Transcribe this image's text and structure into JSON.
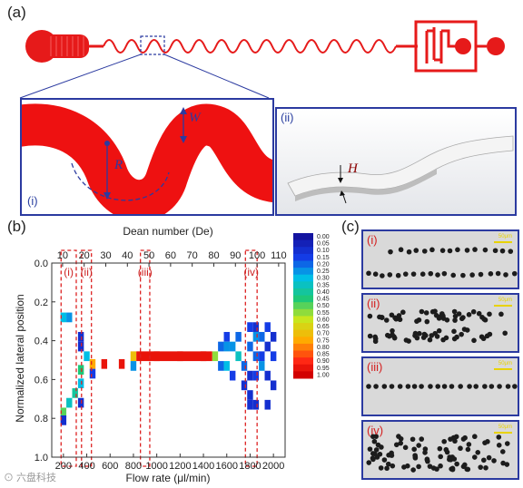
{
  "panels": {
    "a": "(a)",
    "b": "(b)",
    "c": "(c)"
  },
  "schematic": {
    "inset_i_label": "(i)",
    "inset_ii_label": "(ii)",
    "radius_symbol": "R",
    "width_symbol": "W",
    "height_symbol": "H"
  },
  "chart_data": {
    "type": "heatmap",
    "xlabel": "Flow rate (μl/min)",
    "x2label": "Dean number (De)",
    "ylabel": "Normalized lateral position",
    "xlim": [
      100,
      2100
    ],
    "x2lim": [
      5,
      113
    ],
    "ylim": [
      0.0,
      1.0
    ],
    "x_ticks": [
      "200",
      "400",
      "600",
      "800",
      "1000",
      "1200",
      "1400",
      "1600",
      "1800",
      "2000"
    ],
    "x2_ticks": [
      "10",
      "20",
      "30",
      "40",
      "50",
      "60",
      "70",
      "80",
      "90",
      "100",
      "110"
    ],
    "y_ticks": [
      "0.0",
      "0.2",
      "0.4",
      "0.6",
      "0.8",
      "1.0"
    ],
    "colorbar_labels": [
      "0.00",
      "0.05",
      "0.10",
      "0.15",
      "0.20",
      "0.25",
      "0.30",
      "0.35",
      "0.40",
      "0.45",
      "0.50",
      "0.55",
      "0.60",
      "0.65",
      "0.70",
      "0.75",
      "0.80",
      "0.85",
      "0.90",
      "0.95",
      "1.00"
    ],
    "regions": [
      {
        "label": "(i)",
        "x_from": 180,
        "x_to": 310
      },
      {
        "label": "(ii)",
        "x_from": 355,
        "x_to": 440
      },
      {
        "label": "(iii)",
        "x_from": 860,
        "x_to": 940
      },
      {
        "label": "(iv)",
        "x_from": 1760,
        "x_to": 1860
      }
    ],
    "cells": [
      {
        "x": 200,
        "y": 0.28,
        "v": 0.3
      },
      {
        "x": 250,
        "y": 0.28,
        "v": 0.25
      },
      {
        "x": 200,
        "y": 0.77,
        "v": 0.5
      },
      {
        "x": 200,
        "y": 0.81,
        "v": 0.1
      },
      {
        "x": 250,
        "y": 0.72,
        "v": 0.35
      },
      {
        "x": 300,
        "y": 0.67,
        "v": 0.4
      },
      {
        "x": 350,
        "y": 0.62,
        "v": 0.3
      },
      {
        "x": 350,
        "y": 0.55,
        "v": 0.45
      },
      {
        "x": 350,
        "y": 0.38,
        "v": 0.1
      },
      {
        "x": 350,
        "y": 0.43,
        "v": 0.1
      },
      {
        "x": 350,
        "y": 0.72,
        "v": 0.1
      },
      {
        "x": 400,
        "y": 0.48,
        "v": 0.3
      },
      {
        "x": 450,
        "y": 0.52,
        "v": 0.75
      },
      {
        "x": 450,
        "y": 0.57,
        "v": 0.15
      },
      {
        "x": 550,
        "y": 0.52,
        "v": 0.95
      },
      {
        "x": 700,
        "y": 0.52,
        "v": 0.95
      },
      {
        "x": 800,
        "y": 0.48,
        "v": 0.7
      },
      {
        "x": 800,
        "y": 0.53,
        "v": 0.25
      },
      {
        "x": 1000,
        "y": 0.48,
        "v": 0.95
      },
      {
        "x": 1200,
        "y": 0.48,
        "v": 0.95
      },
      {
        "x": 1400,
        "y": 0.48,
        "v": 0.95
      },
      {
        "x": 1500,
        "y": 0.48,
        "v": 0.55
      },
      {
        "x": 1550,
        "y": 0.43,
        "v": 0.2
      },
      {
        "x": 1550,
        "y": 0.53,
        "v": 0.2
      },
      {
        "x": 1600,
        "y": 0.38,
        "v": 0.15
      },
      {
        "x": 1600,
        "y": 0.43,
        "v": 0.25
      },
      {
        "x": 1600,
        "y": 0.53,
        "v": 0.3
      },
      {
        "x": 1650,
        "y": 0.43,
        "v": 0.25
      },
      {
        "x": 1650,
        "y": 0.58,
        "v": 0.15
      },
      {
        "x": 1700,
        "y": 0.38,
        "v": 0.2
      },
      {
        "x": 1700,
        "y": 0.48,
        "v": 0.35
      },
      {
        "x": 1750,
        "y": 0.53,
        "v": 0.2
      },
      {
        "x": 1750,
        "y": 0.63,
        "v": 0.1
      },
      {
        "x": 1800,
        "y": 0.33,
        "v": 0.15
      },
      {
        "x": 1800,
        "y": 0.43,
        "v": 0.2
      },
      {
        "x": 1800,
        "y": 0.58,
        "v": 0.1
      },
      {
        "x": 1800,
        "y": 0.68,
        "v": 0.1
      },
      {
        "x": 1850,
        "y": 0.33,
        "v": 0.1
      },
      {
        "x": 1850,
        "y": 0.38,
        "v": 0.25
      },
      {
        "x": 1850,
        "y": 0.48,
        "v": 0.2
      },
      {
        "x": 1850,
        "y": 0.58,
        "v": 0.15
      },
      {
        "x": 1900,
        "y": 0.38,
        "v": 0.2
      },
      {
        "x": 1900,
        "y": 0.48,
        "v": 0.15
      },
      {
        "x": 1900,
        "y": 0.53,
        "v": 0.25
      },
      {
        "x": 1950,
        "y": 0.33,
        "v": 0.15
      },
      {
        "x": 1950,
        "y": 0.43,
        "v": 0.1
      },
      {
        "x": 1950,
        "y": 0.58,
        "v": 0.1
      },
      {
        "x": 2000,
        "y": 0.38,
        "v": 0.1
      },
      {
        "x": 2000,
        "y": 0.48,
        "v": 0.15
      },
      {
        "x": 2000,
        "y": 0.63,
        "v": 0.1
      },
      {
        "x": 1850,
        "y": 0.73,
        "v": 0.1
      },
      {
        "x": 1950,
        "y": 0.73,
        "v": 0.1
      },
      {
        "x": 1800,
        "y": 0.73,
        "v": 0.1
      }
    ]
  },
  "micrographs": [
    {
      "label": "(i)",
      "scale": "50μm",
      "pattern": "two-bands"
    },
    {
      "label": "(ii)",
      "scale": "50μm",
      "pattern": "scattered-bands"
    },
    {
      "label": "(iii)",
      "scale": "50μm",
      "pattern": "single-line"
    },
    {
      "label": "(iv)",
      "scale": "50μm",
      "pattern": "dispersed"
    }
  ],
  "watermark": "⊙ 六盘科技"
}
